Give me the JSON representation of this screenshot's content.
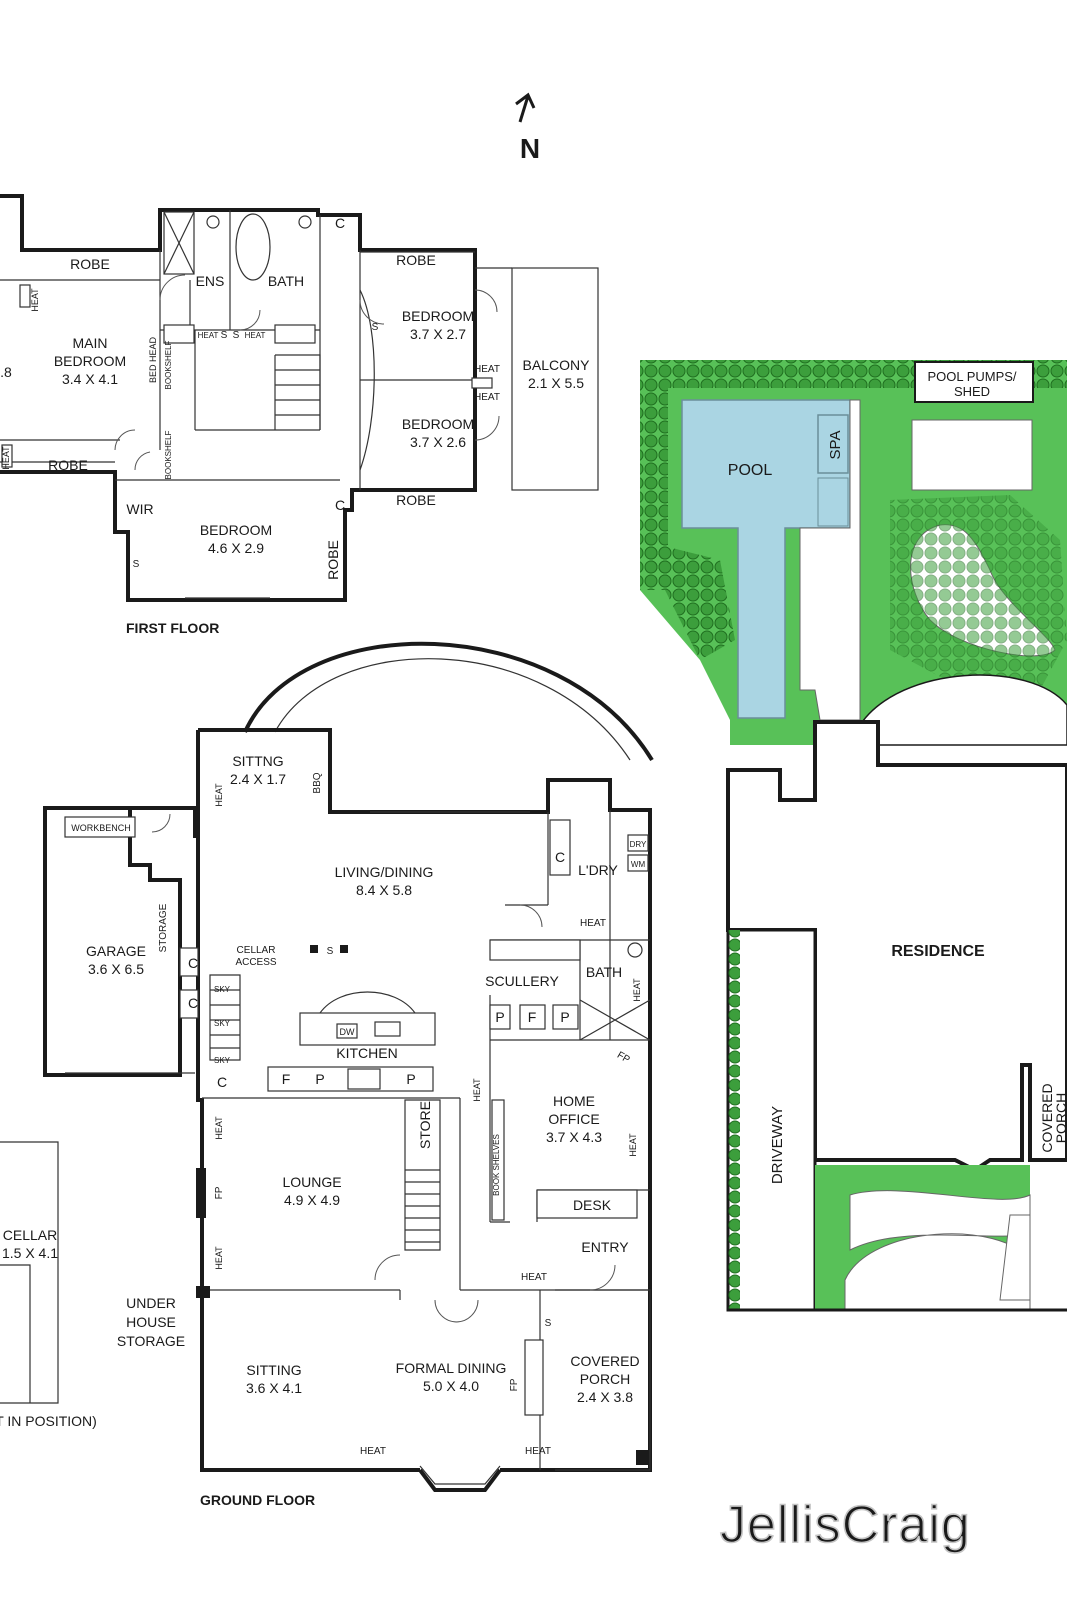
{
  "north": "N",
  "brand": "JellisCraig",
  "colors": {
    "lawn": "#58c158",
    "hedge": "#2f8f2f",
    "pool": "#aad5e3",
    "wall": "#1a1a1a"
  },
  "first_floor": {
    "caption": "FIRST FLOOR",
    "main_bedroom": {
      "name": [
        "MAIN",
        "BEDROOM"
      ],
      "dims": "3.4 X 4.1"
    },
    "main_bedroom_cut_dims": ".8",
    "robe": "ROBE",
    "ens": "ENS",
    "bath": "BATH",
    "cupboard": "C",
    "shelf": "S",
    "heat": "HEAT",
    "bedhead": "BED HEAD",
    "bookshelf": "BOOKSHELF",
    "bedroom_ne": {
      "name": "BEDROOM",
      "dims": "3.7 X 2.7"
    },
    "bedroom_se": {
      "name": "BEDROOM",
      "dims": "3.7 X 2.6"
    },
    "balcony": {
      "name": "BALCONY",
      "dims": "2.1 X 5.5"
    },
    "wir": "WIR",
    "bedroom_s": {
      "name": "BEDROOM",
      "dims": "4.6 X 2.9"
    }
  },
  "ground_floor": {
    "caption": "GROUND FLOOR",
    "sitting_small": {
      "name": "SITTNG",
      "dims": "2.4 X 1.7"
    },
    "bbq": "BBQ",
    "workbench": "WORKBENCH",
    "garage": {
      "name": "GARAGE",
      "dims": "3.6 X 6.5"
    },
    "storage": "STORAGE",
    "living": {
      "name": "LIVING/DINING",
      "dims": "8.4 X 5.8"
    },
    "laundry": "L'DRY",
    "dry": "DRY",
    "wm": "WM",
    "cellar_access": [
      "CELLAR",
      "ACCESS"
    ],
    "sky": "SKY",
    "kitchen": "KITCHEN",
    "dw": "DW",
    "fridge": "F",
    "pantry": "P",
    "scullery": "SCULLERY",
    "bath": "BATH",
    "store": "STORE",
    "bookshelves": "BOOK SHELVES",
    "home_office": {
      "name": [
        "HOME",
        "OFFICE"
      ],
      "dims": "3.7 X 4.3"
    },
    "desk": "DESK",
    "lounge": {
      "name": "LOUNGE",
      "dims": "4.9 X 4.9"
    },
    "fp": "FP",
    "entry": "ENTRY",
    "cellar": {
      "name": "CELLAR",
      "dims": "1.5 X 4.1"
    },
    "cellar_note": "T IN POSITION)",
    "under_house": [
      "UNDER",
      "HOUSE",
      "STORAGE"
    ],
    "sitting": {
      "name": "SITTING",
      "dims": "3.6 X 4.1"
    },
    "formal_dining": {
      "name": "FORMAL DINING",
      "dims": "5.0 X 4.0"
    },
    "covered_porch": {
      "name": [
        "COVERED",
        "PORCH"
      ],
      "dims": "2.4 X 3.8"
    }
  },
  "site": {
    "pool": "POOL",
    "spa": "SPA",
    "pool_pumps": [
      "POOL PUMPS/",
      "SHED"
    ],
    "residence": "RESIDENCE",
    "driveway": "DRIVEWAY",
    "covered_porch": [
      "COVERED",
      "PORCH"
    ]
  }
}
